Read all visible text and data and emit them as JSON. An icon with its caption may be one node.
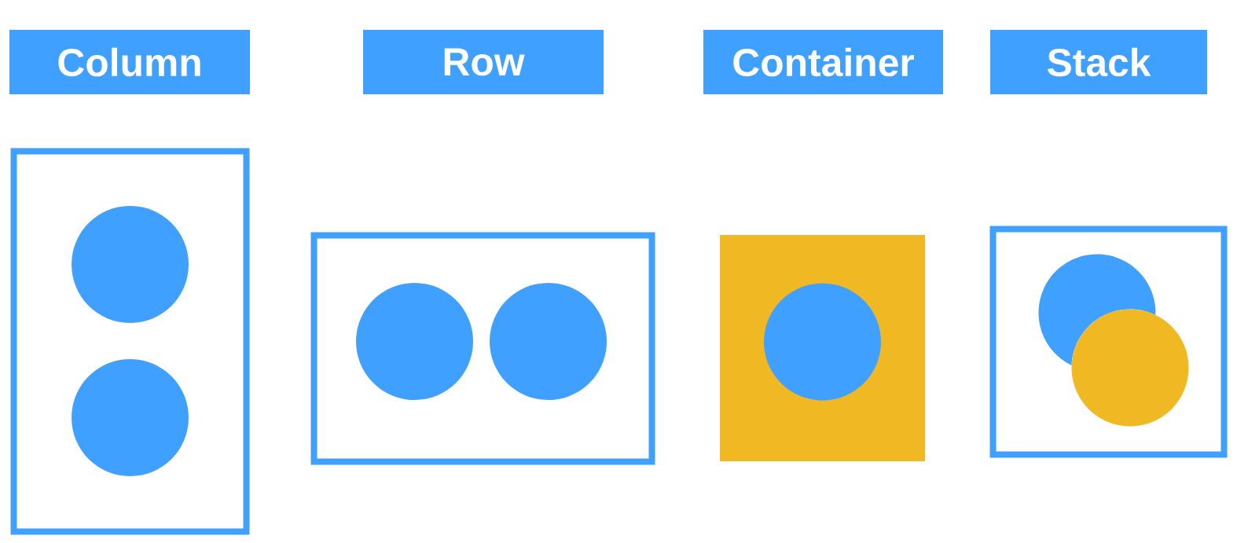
{
  "diagram": {
    "nodes": [
      {
        "text": [
          "Column"
        ]
      },
      {
        "text": [
          "Row"
        ]
      },
      {
        "text": [
          "Container"
        ]
      },
      {
        "text": [
          "Stack"
        ]
      },
      {
        "text": [],
        "shape": "box"
      },
      {
        "text": [],
        "shape": "circle",
        "in": 4
      },
      {
        "text": [],
        "shape": "circle",
        "in": 4
      },
      {
        "text": [],
        "shape": "box"
      },
      {
        "text": [],
        "shape": "circle",
        "in": 7
      },
      {
        "text": [],
        "shape": "circle",
        "in": 7
      },
      {
        "text": [],
        "shape": "box"
      },
      {
        "text": [],
        "shape": "circle",
        "in": 10
      },
      {
        "text": [],
        "shape": "box"
      },
      {
        "text": [],
        "shape": "circle",
        "in": 12
      },
      {
        "text": [],
        "shape": "circle",
        "in": 12
      }
    ]
  }
}
